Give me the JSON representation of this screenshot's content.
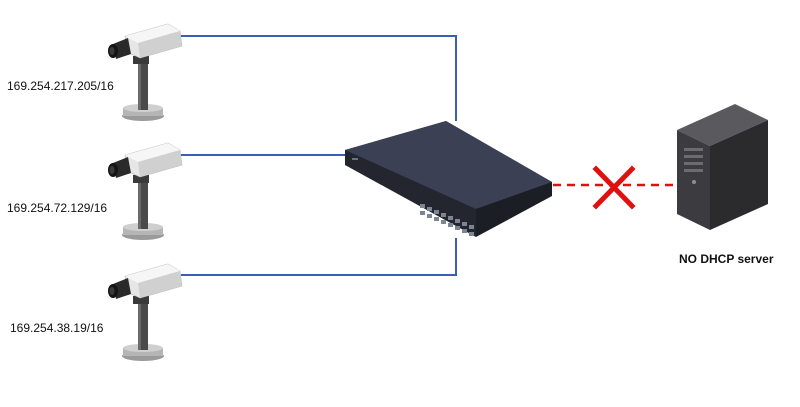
{
  "cameras": [
    {
      "ip": "169.254.217.205/16"
    },
    {
      "ip": "169.254.72.129/16"
    },
    {
      "ip": "169.254.38.19/16"
    }
  ],
  "server": {
    "label": "NO DHCP server"
  },
  "colors": {
    "cable": "#3a5fb0",
    "blocked": "#e01010",
    "switch": "#2d3141",
    "server": "#2b2b2e"
  },
  "icons": [
    "camera-icon",
    "network-switch-icon",
    "server-icon",
    "blocked-x-icon"
  ]
}
